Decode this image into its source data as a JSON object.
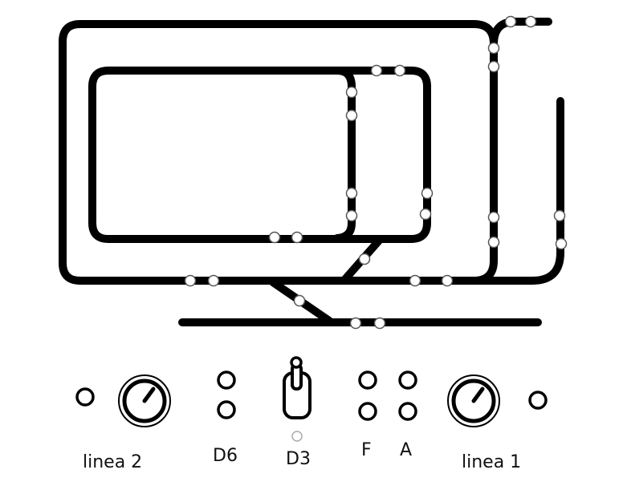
{
  "controls": {
    "label_linea2": "linea 2",
    "label_d6": "D6",
    "label_d3": "D3",
    "label_f": "F",
    "label_a": "A",
    "label_linea1": "linea 1"
  },
  "colors": {
    "track": "#000000",
    "node_fill": "#ffffff",
    "node_stroke": "#555555",
    "indicator": "#aaaaaa"
  },
  "icons": [
    "knob-icon",
    "toggle-switch-icon",
    "push-button-icon",
    "led-icon"
  ]
}
